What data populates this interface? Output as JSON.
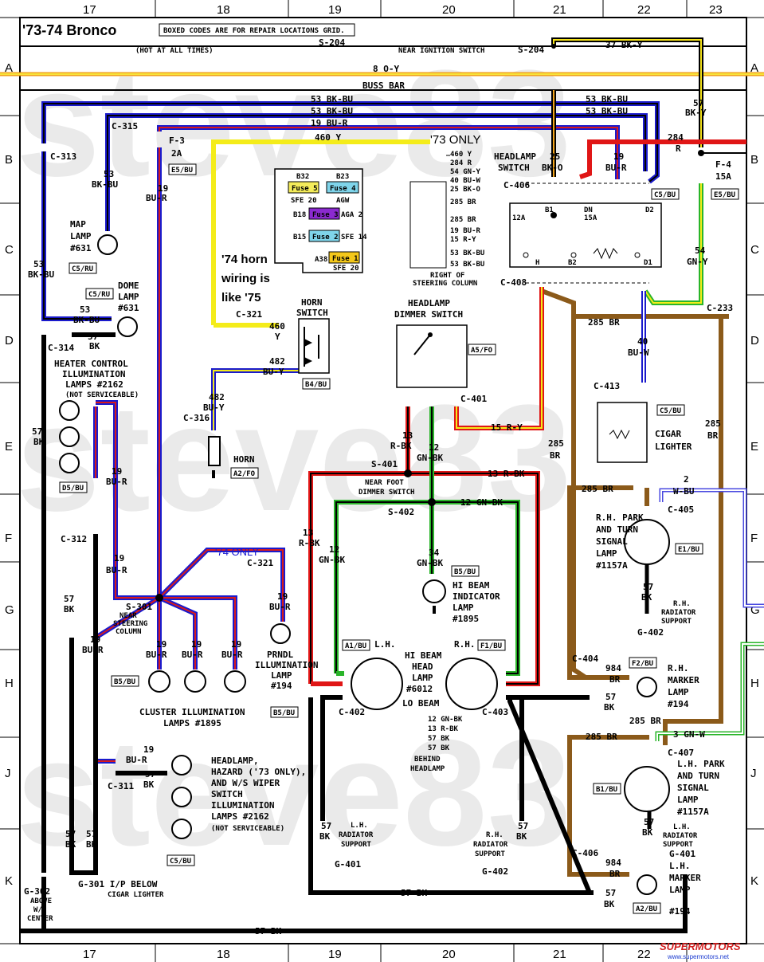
{
  "title": "'73-74 Bronco",
  "repair_note": "BOXED CODES ARE FOR REPAIR LOCATIONS GRID.",
  "watermark": "steve83",
  "footer_logo": "SUPERMOTORS",
  "footer_url": "www.supermotors.net",
  "columns": [
    "17",
    "18",
    "19",
    "20",
    "21",
    "22",
    "23"
  ],
  "rows": [
    "A",
    "B",
    "C",
    "D",
    "E",
    "F",
    "G",
    "H",
    "J",
    "K"
  ],
  "top": {
    "hot_note": "(HOT AT ALL TIMES)",
    "s204": "S-204",
    "near_ign": "NEAR IGNITION SWITCH",
    "s204b": "S-204",
    "wire_37": "37 BK-Y",
    "wire_8": "8 O-Y",
    "buss": "BUSS BAR",
    "w53a": "53 BK-BU",
    "w53b": "53 BK-BU",
    "w53c": "53 BK-BU",
    "w53d": "53 BK-BU",
    "w19": "19 BU-R",
    "w460": "460 Y",
    "only73": "'73 ONLY",
    "w57r1": "57",
    "w57r2": "BK-Y",
    "w284a": "284",
    "w284b": "R",
    "c315": "C-315",
    "c313": "C-313",
    "f3": "F-3",
    "f3a": "2A",
    "e5a": "E5/BU",
    "f4": "F-4",
    "f4a": "15A",
    "e5b": "E5/BU"
  },
  "fuse_panel": {
    "b32": "B32",
    "b23": "B23",
    "fuse5": "Fuse 5",
    "fuse4": "Fuse 4",
    "sfe20a": "SFE 20",
    "agw": "AGW",
    "b18": "B18",
    "fuse3": "Fuse 3",
    "aga2": "AGA 2",
    "b15": "B15",
    "fuse2": "Fuse 2",
    "sfe14": "SFE 14",
    "a38": "A38",
    "fuse1": "Fuse 1",
    "sfe20b": "SFE 20"
  },
  "left": {
    "w53lbl1": "53",
    "w53lbl2": "BK-BU",
    "w19lbl1": "19",
    "w19lbl2": "BU-R",
    "map1": "MAP",
    "map2": "LAMP",
    "map3": "#631",
    "c5ru": "C5/RU",
    "w53l1": "53",
    "w53l2": "BK-BU",
    "dome1": "DOME",
    "dome2": "LAMP",
    "dome3": "#631",
    "c5ru2": "C5/RU",
    "w53d1": "53",
    "w53d2": "BK-BU",
    "w57d1": "57",
    "w57d2": "BK",
    "c314": "C-314",
    "heat1": "HEATER CONTROL",
    "heat2": "ILLUMINATION",
    "heat3": "LAMPS #2162",
    "heat4": "(NOT SERVICEABLE)",
    "w57e1": "57",
    "w57e2": "BK",
    "w19e1": "19",
    "w19e2": "BU-R",
    "d5": "D5/BU",
    "c312": "C-312",
    "w19f1": "19",
    "w19f2": "BU-R",
    "w57g1": "57",
    "w57g2": "BK",
    "w19g1": "19",
    "w19g2": "BU-R",
    "s301a": "S-301",
    "s301b": "NEAR",
    "s301c": "STEERING",
    "s301d": "COLUMN",
    "w57k1": "57",
    "w57k2": "BK",
    "w57k3": "57",
    "w57k4": "BK",
    "g302a": "G-302",
    "g302b": "ABOVE",
    "g302c": "W/S",
    "g302d": "CENTER",
    "g301": "G-301 I/P BELOW",
    "g301b": "CIGAR LIGHTER"
  },
  "horn": {
    "note1": "'74 horn",
    "note2": "wiring is",
    "note3": "like '75",
    "sw1": "HORN",
    "sw2": "SWITCH",
    "c321": "C-321",
    "w460a": "460",
    "w460b": "Y",
    "w482a": "482",
    "w482b": "BU-Y",
    "w482c": "482",
    "w482d": "BU-Y",
    "b4": "B4/BU",
    "c316": "C-316",
    "horn": "HORN",
    "a2": "A2/FO"
  },
  "cluster": {
    "w19a1": "19",
    "w19a2": "BU-R",
    "w19b1": "19",
    "w19b2": "BU-R",
    "w19c1": "19",
    "w19c2": "BU-R",
    "b5": "B5/BU",
    "lbl1": "CLUSTER  ILLUMINATION",
    "lbl2": "LAMPS #1895",
    "only74": "'74 ONLY",
    "c321": "C-321",
    "w19p1": "19",
    "w19p2": "BU-R",
    "prndl1": "PRNDL",
    "prndl2": "ILLUMINATION",
    "prndl3": "LAMP",
    "prndl4": "#194",
    "b5b": "B5/BU"
  },
  "hazard": {
    "w19a": "19",
    "w19b": "BU-R",
    "w57a": "57",
    "w57b": "BK",
    "c311": "C-311",
    "l1": "HEADLAMP,",
    "l2": "HAZARD ('73 ONLY),",
    "l3": "AND W/S WIPER",
    "l4": "SWITCH",
    "l5": "ILLUMINATION",
    "l6": "LAMPS #2162",
    "l7": "(NOT SERVICEABLE)",
    "c5": "C5/BU"
  },
  "column_sw": {
    "r1": "460 Y",
    "r2": "284 R",
    "r3": "54 GN-Y",
    "r4": "40 BU-W",
    "r5": "25 BK-O",
    "r6": "285 BR",
    "r7": "285 BR",
    "r8": "19 BU-R",
    "r9": "15 R-Y",
    "r10": "53 BK-BU",
    "r11": "53 BK-BU",
    "cap1": "RIGHT OF",
    "cap2": "STEERING COLUMN"
  },
  "headlamp_sw": {
    "l1": "HEADLAMP",
    "l2": "SWITCH",
    "w25a": "25",
    "w25b": "BK-O",
    "w19a": "19",
    "w19b": "BU-R",
    "c406": "C-406",
    "c5": "C5/BU",
    "b1": "B1",
    "dn": "DN",
    "a12": "12A",
    "a15": "15A",
    "d2": "D2",
    "h": "H",
    "b2": "B2",
    "d1": "D1",
    "c408": "C-408",
    "w54a": "54",
    "w54b": "GN-Y",
    "c233": "C-233"
  },
  "dimmer": {
    "l1": "HEADLAMP",
    "l2": "DIMMER SWITCH",
    "a5": "A5/FO",
    "c401": "C-401",
    "w15": "15 R-Y",
    "w13a": "13",
    "w13b": "R-BK",
    "w12a": "12",
    "w12b": "GN-BK",
    "s401": "S-401",
    "w13c": "13 R-BK",
    "near1": "NEAR FOOT",
    "near2": "DIMMER SWITCH",
    "s402": "S-402",
    "w12c": "12 GN-BK",
    "w13d": "13",
    "w13e": "R-BK",
    "w12d": "12",
    "w12e": "GN-BK",
    "w34a": "34",
    "w34b": "GN-BK",
    "b5": "B5/BU",
    "hi1": "HI BEAM",
    "hi2": "INDICATOR",
    "hi3": "LAMP",
    "hi4": "#1895"
  },
  "headlamps": {
    "a1": "A1/BU",
    "f1": "F1/BU",
    "lh": "L.H.",
    "rh": "R.H.",
    "hi": "HI BEAM",
    "head": "HEAD",
    "lamp": "LAMP",
    "num": "#6012",
    "lo": "LO BEAM",
    "c402": "C-402",
    "c403": "C-403",
    "p1": "12 GN-BK",
    "p2": "13 R-BK",
    "p3": "57 BK",
    "p4": "57 BK",
    "beh1": "BEHIND",
    "beh2": "HEADLAMP",
    "w57l1": "57",
    "w57l2": "BK",
    "w57r1": "57",
    "w57r2": "BK",
    "lhrad1": "L.H.",
    "lhrad2": "RADIATOR",
    "lhrad3": "SUPPORT",
    "g401": "G-401",
    "rhrad1": "R.H.",
    "rhrad2": "RADIATOR",
    "rhrad3": "SUPPORT",
    "g402": "G-402",
    "w57bot": "57 BK",
    "w57foot": "57 BK"
  },
  "right": {
    "w40a": "40",
    "w40b": "BU-W",
    "c413": "C-413",
    "c5": "C5/BU",
    "cig1": "CIGAR",
    "cig2": "LIGHTER",
    "w285a": "285 BR",
    "w285b1": "285",
    "w285b2": "BR",
    "w285c1": "285",
    "w285c2": "BR",
    "w285d": "285 BR",
    "w2a": "2",
    "w2b": "W-BU",
    "c405": "C-405",
    "rhp1": "R.H. PARK",
    "rhp2": "AND TURN",
    "rhp3": "SIGNAL",
    "rhp4": "LAMP",
    "rhp5": "#1157A",
    "e1": "E1/BU",
    "w57a": "57",
    "w57b": "BK",
    "rhrs1": "R.H.",
    "rhrs2": "RADIATOR",
    "rhrs3": "SUPPORT",
    "g402": "G-402",
    "c404": "C-404",
    "f2": "F2/BU",
    "w984a": "984",
    "w984b": "BR",
    "rhm1": "R.H.",
    "rhm2": "MARKER",
    "rhm3": "LAMP",
    "rhm4": "#194",
    "w57m1": "57",
    "w57m2": "BK",
    "w285e": "285 BR",
    "w3": "3 GN-W",
    "w285f": "285 BR",
    "c407": "C-407",
    "lhp1": "L.H. PARK",
    "lhp2": "AND TURN",
    "lhp3": "SIGNAL",
    "lhp4": "LAMP",
    "lhp5": "#1157A",
    "b1": "B1/BU",
    "w57c": "57",
    "w57d": "BK",
    "lhrs1": "L.H.",
    "lhrs2": "RADIATOR",
    "lhrs3": "SUPPORT",
    "g401": "G-401",
    "c406": "C-406",
    "w984c": "984",
    "w984d": "BR",
    "lhm1": "L.H.",
    "lhm2": "MARKER",
    "lhm3": "LAMP",
    "lhm4": "#194",
    "w57n1": "57",
    "w57n2": "BK",
    "a2": "A2/BU"
  }
}
